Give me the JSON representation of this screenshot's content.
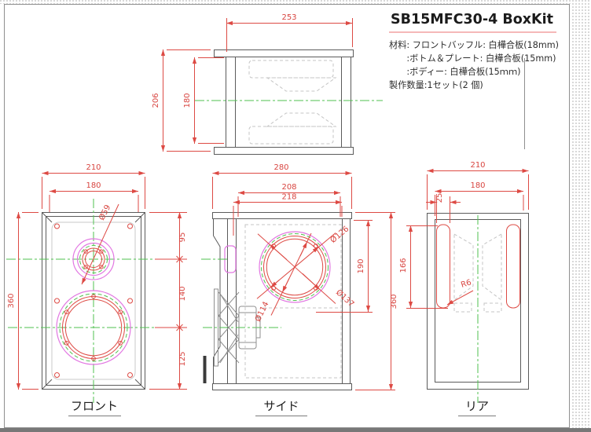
{
  "title_block": {
    "title": "SB15MFC30-4 BoxKit",
    "material_line1": "材料: フロントバッフル: 白樺合板(18mm)",
    "material_line2": "　　:ボトム＆プレート: 白樺合板(15mm)",
    "material_line3": "　　:ボディー: 白樺合板(15ｍｍ)",
    "quantity_line": "製作数量:1セット(2 個)"
  },
  "top_view": {
    "dim_width": "253",
    "dim_depth_outer": "206",
    "dim_depth_inner": "180"
  },
  "front_view": {
    "label": "フロント",
    "dim_width_outer": "210",
    "dim_width_inner": "180",
    "dim_height": "360",
    "dim_tweeter_from_top": "95",
    "dim_driver_spacing": "140",
    "dim_woofer_from_bottom": "125",
    "dim_tweeter_cutout": "Ø59"
  },
  "side_view": {
    "label": "サイド",
    "dim_depth_outer": "280",
    "dim_depth_inner_a": "208",
    "dim_depth_inner_b": "218",
    "dim_height": "360",
    "dim_hole_center": "190",
    "dim_bolt_circle": "Ø126",
    "dim_flange": "Ø137",
    "dim_cutout": "Ø114"
  },
  "rear_view": {
    "label": "リア",
    "dim_width_outer": "210",
    "dim_width_inner": "180",
    "dim_slot_width": "25",
    "dim_slot_height": "166",
    "dim_corner_radius": "R6"
  },
  "colors": {
    "dimension_red": "#dd4a44",
    "centerline_green": "#4fc14f",
    "driver_magenta": "#e277e2",
    "outline_gray": "#5b5b5b",
    "hidden_gray": "#c4c4c4",
    "title_underline": "#f2a0a0"
  }
}
